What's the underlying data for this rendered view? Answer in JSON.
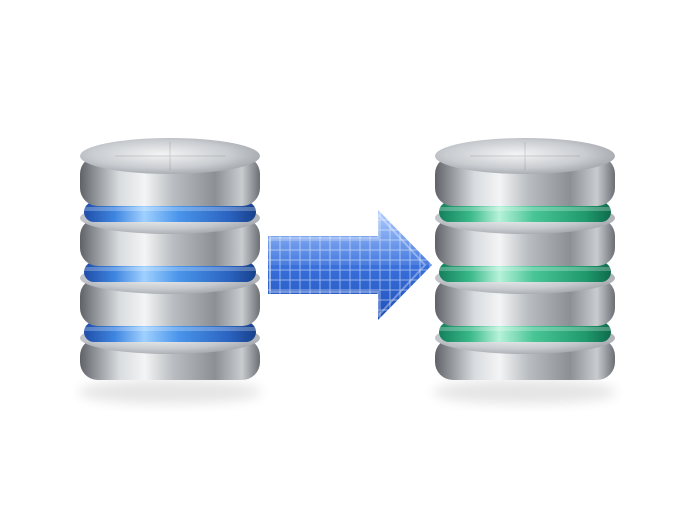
{
  "scene": {
    "description_visible_text": "",
    "background_color": "#ffffff"
  },
  "objects": [
    {
      "name": "source-database",
      "disk_count": 4,
      "band_count": 3,
      "band_color": "#3f86e0",
      "band_highlight": "#9fd0ff",
      "metal_color": "#9a9ea3"
    },
    {
      "name": "transfer-arrow",
      "direction": "right",
      "color": "#2f63d6",
      "highlight": "#a9c9ff"
    },
    {
      "name": "target-database",
      "disk_count": 4,
      "band_count": 3,
      "band_color": "#39b889",
      "band_highlight": "#b6f2da",
      "metal_color": "#9a9ea3"
    }
  ]
}
